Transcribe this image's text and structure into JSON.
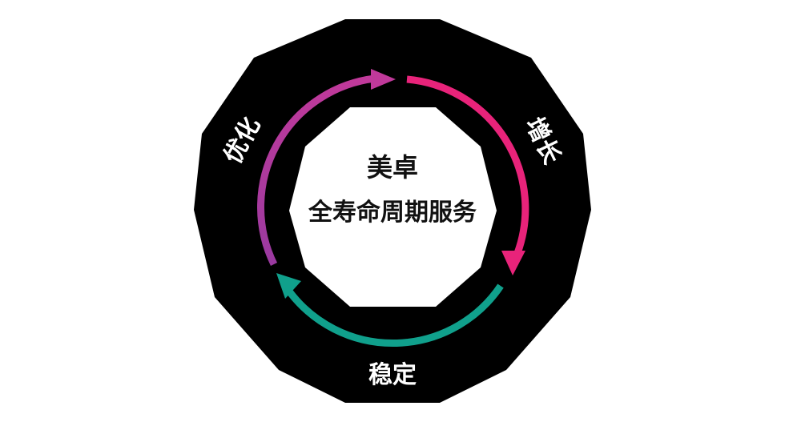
{
  "center": {
    "title": "美卓",
    "subtitle": "全寿命周期服务"
  },
  "phases": [
    {
      "id": "growth",
      "label": "增长",
      "color_start": "#e8237a",
      "color_end": "#e8237a"
    },
    {
      "id": "stable",
      "label": "稳定",
      "color_start": "#10a08c",
      "color_end": "#16a38e"
    },
    {
      "id": "optimize",
      "label": "优化",
      "color_start": "#9a3aa0",
      "color_end": "#c0399a"
    }
  ],
  "colors": {
    "background": "#ffffff",
    "outer_shape": "#000000",
    "inner_shape": "#ffffff",
    "growth": "#e8237a",
    "stable": "#10a08c",
    "optimize_top": "#c0399a",
    "optimize_bottom": "#9a3aa0"
  }
}
